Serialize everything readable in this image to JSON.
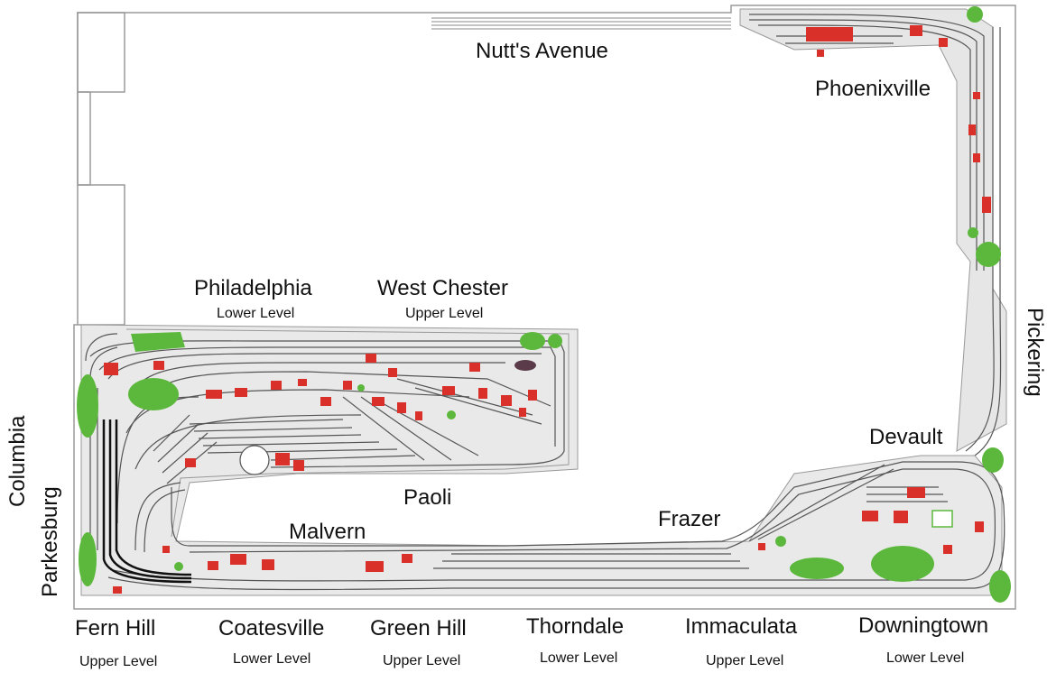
{
  "labels": {
    "nutts_avenue": "Nutt's Avenue",
    "phoenixville": "Phoenixville",
    "pickering": "Pickering",
    "devault": "Devault",
    "frazer": "Frazer",
    "paoli": "Paoli",
    "malvern": "Malvern",
    "philadelphia": "Philadelphia",
    "philadelphia_level": "Lower Level",
    "west_chester": "West Chester",
    "west_chester_level": "Upper Level",
    "columbia": "Columbia",
    "parkesburg": "Parkesburg",
    "fern_hill": "Fern Hill",
    "fern_hill_level": "Upper Level",
    "coatesville": "Coatesville",
    "coatesville_level": "Lower Level",
    "green_hill": "Green Hill",
    "green_hill_level": "Upper Level",
    "thorndale": "Thorndale",
    "thorndale_level": "Lower Level",
    "immaculata": "Immaculata",
    "immaculata_level": "Upper Level",
    "downingtown": "Downingtown",
    "downingtown_level": "Lower Level"
  },
  "colors": {
    "track": "#555555",
    "outline": "#9a9a9a",
    "ground": "#e4e4e4",
    "building": "#d9302a",
    "tree": "#5cb83c",
    "main_line": "#111111"
  }
}
